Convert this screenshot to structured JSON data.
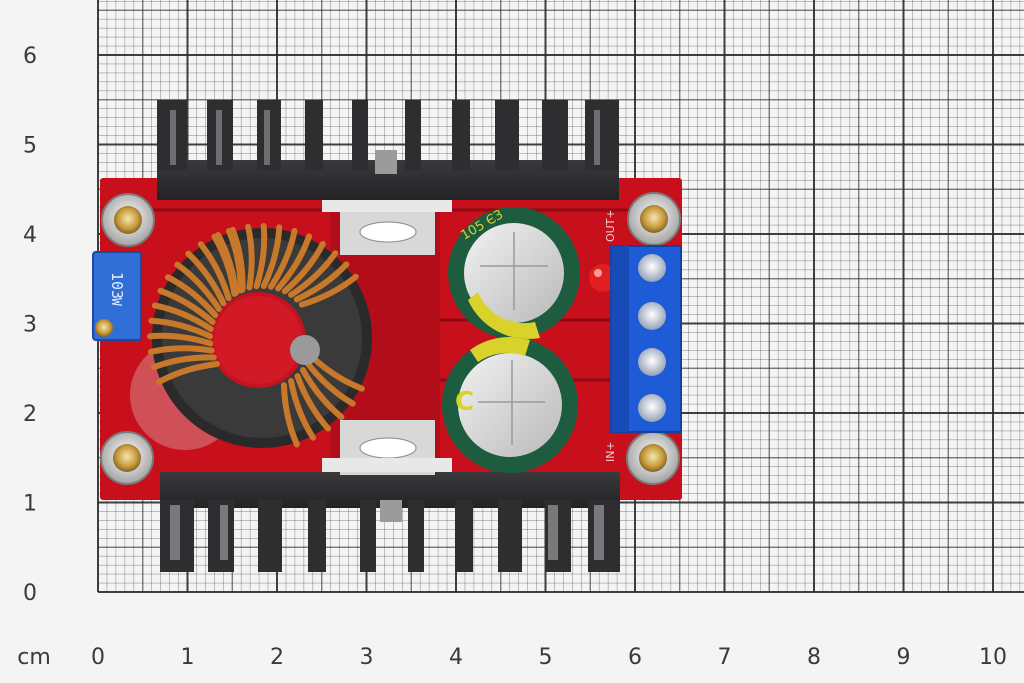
{
  "ruler": {
    "unit_label": "cm",
    "x_labels": [
      "0",
      "1",
      "2",
      "3",
      "4",
      "5",
      "6",
      "7",
      "8",
      "9",
      "10"
    ],
    "y_labels": [
      "0",
      "1",
      "2",
      "3",
      "4",
      "5",
      "6"
    ]
  },
  "board": {
    "pot_marking": "103",
    "pot_marking_2": "W",
    "cap_marking_top": "105 Є3",
    "cap_marking_bottom": "C",
    "label_out": "OUT+",
    "label_in": "IN+"
  },
  "colors": {
    "pcb": "#c8101c",
    "heatsink": "#2e2e30",
    "terminal": "#1e5bd6",
    "capacitor": "#1d5c3e",
    "copper": "#c8782a",
    "grid_line": "#2a2a2a"
  }
}
